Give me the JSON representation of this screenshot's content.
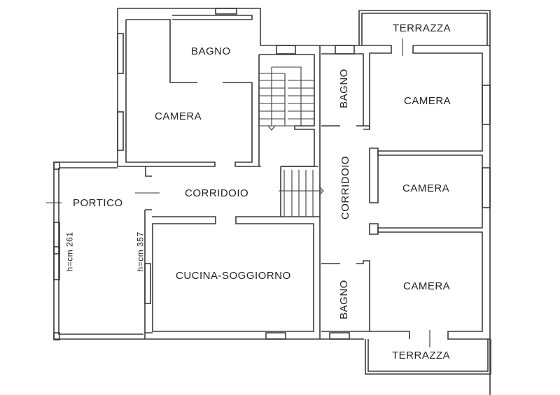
{
  "plan": {
    "rooms": {
      "bagno_top_left": "BAGNO",
      "camera_left": "CAMERA",
      "corridoio_h": "CORRIDOIO",
      "portico": "PORTICO",
      "cucina_soggiorno": "CUCINA-SOGGIORNO",
      "terrazza_top": "TERRAZZA",
      "bagno_right_top": "BAGNO",
      "camera_right_1": "CAMERA",
      "corridoio_v": "CORRIDOIO",
      "camera_right_2": "CAMERA",
      "bagno_right_bottom": "BAGNO",
      "camera_right_3": "CAMERA",
      "terrazza_bottom": "TERRAZZA"
    },
    "dimensions": {
      "portico_height": "h=cm 261",
      "inner_height": "h=cm 357"
    },
    "colors": {
      "wall": "#3a3a3a",
      "background": "#ffffff",
      "text": "#222222"
    }
  }
}
